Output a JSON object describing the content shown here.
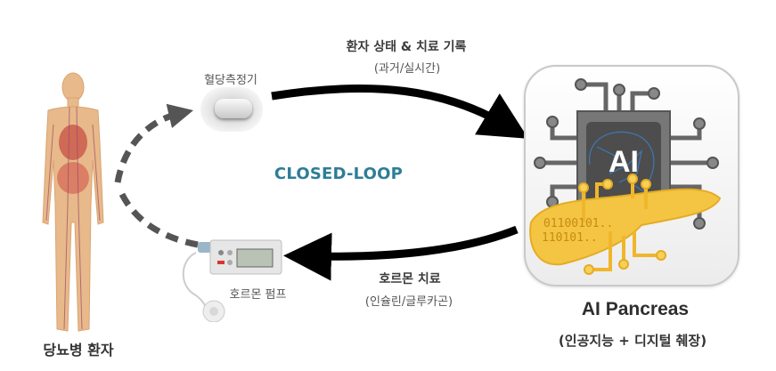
{
  "diagram": {
    "title_center": "CLOSED-LOOP",
    "nodes": {
      "patient": {
        "label": "당뇨병 환자",
        "icon": "human-body-anatomy-icon"
      },
      "sensor": {
        "label": "혈당측정기",
        "icon": "glucose-sensor-icon"
      },
      "pump": {
        "label": "호르몬 펌프",
        "icon": "insulin-pump-icon"
      },
      "ai": {
        "title": "AI Pancreas",
        "subtitle": "(인공지능 + 디지털 췌장)",
        "icon": "ai-chip-pancreas-icon",
        "chip_text": "AI",
        "binary_line1": "01100101..",
        "binary_line2": "110101.."
      }
    },
    "flows": {
      "top": {
        "title": "환자 상태 & 치료 기록",
        "subtitle": "(과거/실시간)",
        "from": "sensor",
        "to": "ai"
      },
      "bottom": {
        "title": "호르몬 치료",
        "subtitle": "(인슐린/글루카곤)",
        "from": "ai",
        "to": "pump"
      },
      "left_dashed": {
        "from": "patient",
        "to": "sensor",
        "style": "dashed"
      },
      "left_dashed_bottom": {
        "from": "pump",
        "to": "patient",
        "style": "dashed"
      }
    },
    "colors": {
      "loop_text": "#2e7d96",
      "arrow_solid": "#000000",
      "arrow_dashed": "#555555",
      "pancreas": "#f4c542",
      "chip": "#5a5a5a",
      "brain": "#3b7dc4"
    }
  }
}
